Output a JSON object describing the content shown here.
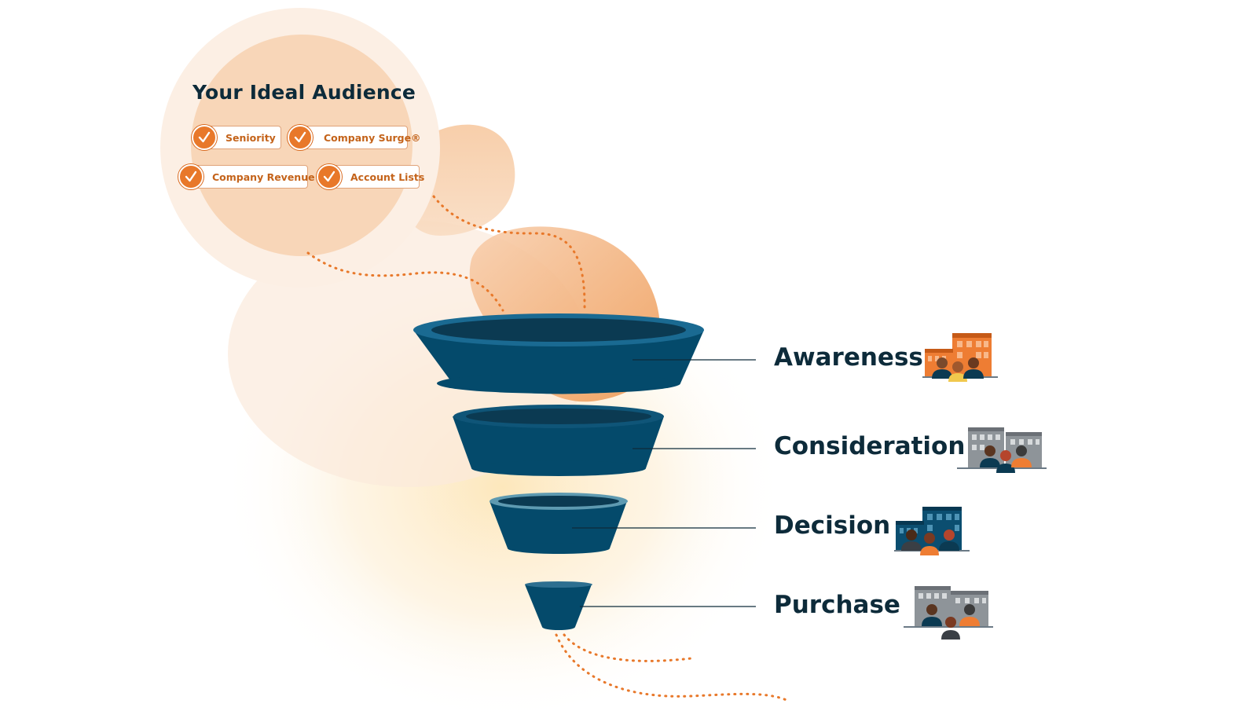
{
  "audience": {
    "title": "Your Ideal Audience",
    "criteria": [
      "Seniority",
      "Company Surge®",
      "Company Revenue",
      "Account Lists"
    ]
  },
  "funnel": {
    "stages": [
      {
        "label": "Awareness",
        "icon": "people-office-orange-icon"
      },
      {
        "label": "Consideration",
        "icon": "people-office-gray-icon"
      },
      {
        "label": "Decision",
        "icon": "people-office-navy-icon"
      },
      {
        "label": "Purchase",
        "icon": "people-office-gray-icon"
      }
    ]
  },
  "colors": {
    "funnel": "#044a6b",
    "funnel_inner": "#0b3a52",
    "funnel_rim": "#1a6a92",
    "accent": "#e8782a",
    "text": "#0d2b3a"
  }
}
